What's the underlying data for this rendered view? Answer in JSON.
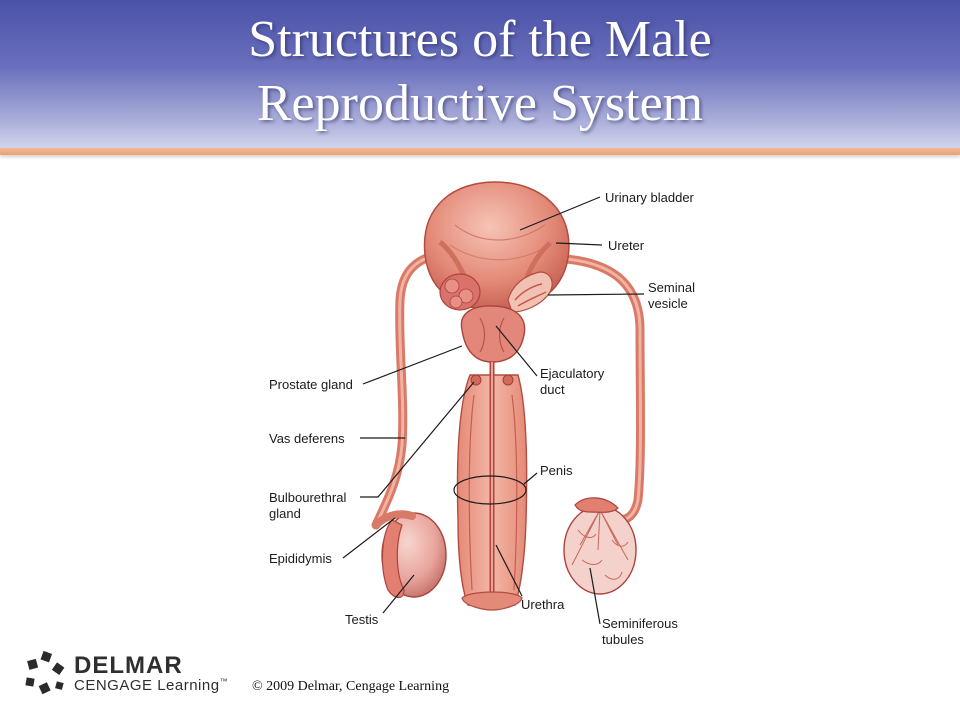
{
  "slide": {
    "title_line1": "Structures of the Male",
    "title_line2": "Reproductive System"
  },
  "labels": {
    "urinary_bladder": "Urinary bladder",
    "ureter": "Ureter",
    "seminal_vesicle_1": "Seminal",
    "seminal_vesicle_2": "vesicle",
    "prostate_gland": "Prostate gland",
    "ejaculatory_duct_1": "Ejaculatory",
    "ejaculatory_duct_2": "duct",
    "vas_deferens": "Vas deferens",
    "penis": "Penis",
    "bulbourethral_1": "Bulbourethral",
    "bulbourethral_2": "gland",
    "epididymis": "Epididymis",
    "testis": "Testis",
    "urethra": "Urethra",
    "seminiferous_1": "Seminiferous",
    "seminiferous_2": "tubules"
  },
  "footer": {
    "brand_name": "DELMAR",
    "brand_sub_1": "CENGAGE",
    "brand_sub_2": "Learning",
    "brand_tm": "™",
    "copyright": "© 2009 Delmar, Cengage Learning"
  },
  "colors": {
    "header_top": "#4a52a8",
    "header_rule": "#e9a27a",
    "tissue": "#e48a78",
    "tissue_dark": "#b5453f",
    "tissue_light": "#f4c0b2"
  }
}
